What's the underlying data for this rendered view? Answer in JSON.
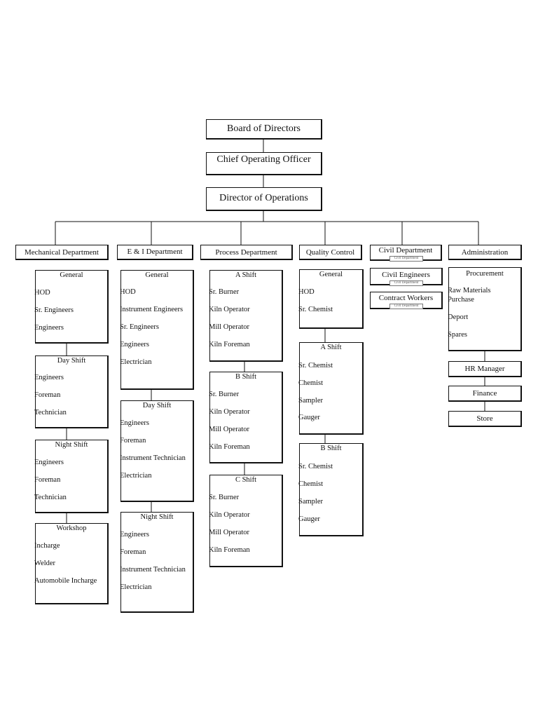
{
  "top": {
    "board": "Board of Directors",
    "coo": "Chief Operating Officer",
    "director": "Director of Operations"
  },
  "departments": {
    "mechanical": "Mechanical Department",
    "ei": "E & I Department",
    "process": "Process Department",
    "quality": "Quality Control",
    "civil": "Civil Department",
    "admin": "Administration"
  },
  "mechanical": {
    "general": {
      "title": "General",
      "items": [
        "HOD",
        "Sr. Engineers",
        "Engineers"
      ]
    },
    "day": {
      "title": "Day Shift",
      "items": [
        "Engineers",
        "Foreman",
        "Technician"
      ]
    },
    "night": {
      "title": "Night Shift",
      "items": [
        "Engineers",
        "Foreman",
        "Technician"
      ]
    },
    "workshop": {
      "title": "Workshop",
      "items": [
        "Incharge",
        "Welder",
        "Automobile Incharge"
      ]
    }
  },
  "ei": {
    "general": {
      "title": "General",
      "items": [
        "HOD",
        "Instrument Engineers",
        "Sr. Engineers",
        "Engineers",
        "Electrician"
      ]
    },
    "day": {
      "title": "Day Shift",
      "items": [
        "Engineers",
        "Foreman",
        "Instrument Technician",
        "Electrician"
      ]
    },
    "night": {
      "title": "Night Shift",
      "items": [
        "Engineers",
        "Foreman",
        "Instrument Technician",
        "Electrician"
      ]
    }
  },
  "process": {
    "a": {
      "title": "A Shift",
      "items": [
        "Sr. Burner",
        "Kiln Operator",
        "Mill Operator",
        "Kiln Foreman"
      ]
    },
    "b": {
      "title": "B Shift",
      "items": [
        "Sr. Burner",
        "Kiln Operator",
        "Mill Operator",
        "Kiln Foreman"
      ]
    },
    "c": {
      "title": "C Shift",
      "items": [
        "Sr. Burner",
        "Kiln Operator",
        "Mill Operator",
        "Kiln Foreman"
      ]
    }
  },
  "quality": {
    "general": {
      "title": "General",
      "items": [
        "HOD",
        "Sr. Chemist"
      ]
    },
    "a": {
      "title": "A Shift",
      "items": [
        "Sr. Chemist",
        "Chemist",
        "Sampler",
        "Gauger"
      ]
    },
    "b": {
      "title": "B Shift",
      "items": [
        "Sr. Chemist",
        "Chemist",
        "Sampler",
        "Gauger"
      ]
    }
  },
  "civil": {
    "tag": "Civil Department",
    "engineers": "Civil Engineers",
    "contract": "Contract Workers"
  },
  "admin": {
    "procurement": {
      "title": "Procurement",
      "items": [
        "Raw Materials",
        "Purchase",
        "Deport",
        "Spares"
      ]
    },
    "hr": "HR Manager",
    "finance": "Finance",
    "store": "Store"
  }
}
